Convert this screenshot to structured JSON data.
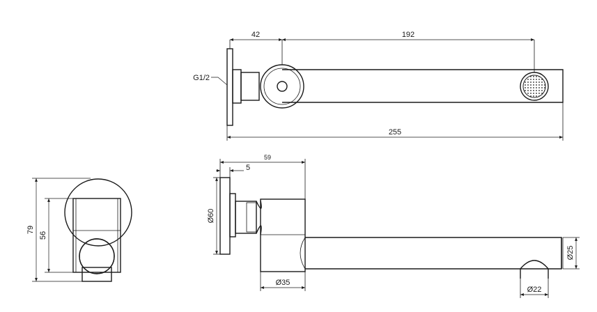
{
  "dimensions": {
    "top_flange_to_axis": "42",
    "axis_to_outlet": "192",
    "overall_length": "255",
    "thread": "G1/2",
    "depth_59": "59",
    "flange_thickness": "5",
    "flange_diameter": "Ø60",
    "body_diameter": "Ø35",
    "spout_diameter": "Ø25",
    "outlet_diameter": "Ø22",
    "front_height": "79",
    "front_block_height": "56"
  },
  "colors": {
    "line": "#1a1a1a",
    "background": "#ffffff"
  }
}
